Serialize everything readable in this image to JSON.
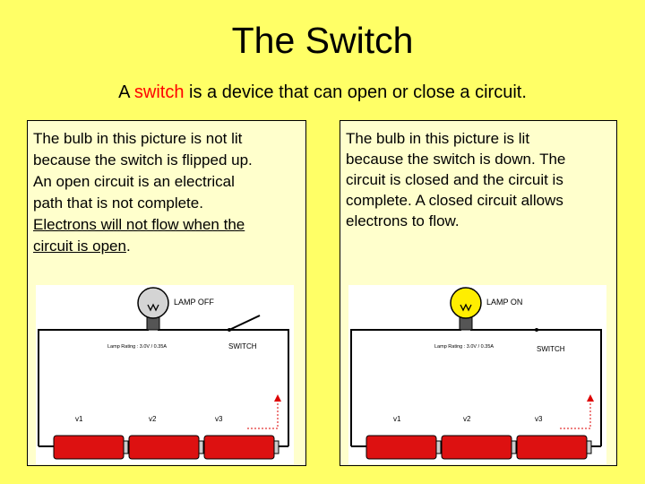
{
  "slide": {
    "title": "The Switch",
    "subtitle_pre": "A ",
    "subtitle_highlight": "switch",
    "subtitle_post": " is a device that can open or close a circuit."
  },
  "left_panel": {
    "line1": "The bulb in this picture is not lit",
    "line2": "because the switch is flipped up.",
    "line3": "An open circuit is an electrical",
    "line4": "path that is not complete.",
    "line5": "Electrons will not flow when the",
    "line6": "circuit is open",
    "line6_end": ".",
    "diagram": {
      "lamp_label": "LAMP OFF",
      "rating": "Lamp Rating : 3.0V / 0.35A",
      "switch_label": "SWITCH",
      "v1": "v1",
      "v2": "v2",
      "v3": "v3",
      "bulb_color": "#d4d4d4"
    }
  },
  "right_panel": {
    "line1": "The bulb in this picture is lit",
    "line2": "because the switch is down.  The",
    "line3": "circuit is closed and the circuit is",
    "line4": "complete.  A closed circuit allows",
    "line5": "electrons to flow.",
    "diagram": {
      "lamp_label": "LAMP ON",
      "rating": "Lamp Rating : 3.0V / 0.35A",
      "switch_label": "SWITCH",
      "v1": "v1",
      "v2": "v2",
      "v3": "v3",
      "bulb_color": "#ffee00"
    }
  },
  "colors": {
    "background": "#ffff66",
    "panel": "#ffffcc",
    "highlight": "#ff0000",
    "battery": "#dd1111",
    "arrow": "#dd0000"
  }
}
